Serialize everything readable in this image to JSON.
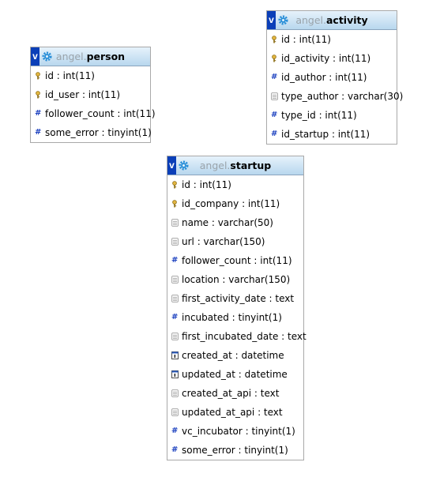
{
  "tables": [
    {
      "db": "angel.",
      "name": "person",
      "columns": [
        {
          "text": "id : int(11)",
          "icon": "key-icon"
        },
        {
          "text": "id_user : int(11)",
          "icon": "key-icon"
        },
        {
          "text": "follower_count : int(11)",
          "icon": "numeric-icon"
        },
        {
          "text": "some_error : tinyint(1)",
          "icon": "numeric-icon"
        }
      ]
    },
    {
      "db": "angel.",
      "name": "activity",
      "columns": [
        {
          "text": "id : int(11)",
          "icon": "key-icon"
        },
        {
          "text": "id_activity : int(11)",
          "icon": "key-icon"
        },
        {
          "text": "id_author : int(11)",
          "icon": "numeric-icon"
        },
        {
          "text": "type_author : varchar(30)",
          "icon": "text-icon"
        },
        {
          "text": "type_id : int(11)",
          "icon": "numeric-icon"
        },
        {
          "text": "id_startup : int(11)",
          "icon": "numeric-icon"
        }
      ]
    },
    {
      "db": "angel.",
      "name": "startup",
      "columns": [
        {
          "text": "id : int(11)",
          "icon": "key-icon"
        },
        {
          "text": "id_company : int(11)",
          "icon": "key-icon"
        },
        {
          "text": "name : varchar(50)",
          "icon": "text-icon"
        },
        {
          "text": "url : varchar(150)",
          "icon": "text-icon"
        },
        {
          "text": "follower_count : int(11)",
          "icon": "numeric-icon"
        },
        {
          "text": "location : varchar(150)",
          "icon": "text-icon"
        },
        {
          "text": "first_activity_date : text",
          "icon": "text-icon"
        },
        {
          "text": "incubated : tinyint(1)",
          "icon": "numeric-icon"
        },
        {
          "text": "first_incubated_date : text",
          "icon": "text-icon"
        },
        {
          "text": "created_at : datetime",
          "icon": "datetime-icon"
        },
        {
          "text": "updated_at : datetime",
          "icon": "datetime-icon"
        },
        {
          "text": "created_at_api : text",
          "icon": "text-icon"
        },
        {
          "text": "updated_at_api : text",
          "icon": "text-icon"
        },
        {
          "text": "vc_incubator : tinyint(1)",
          "icon": "numeric-icon"
        },
        {
          "text": "some_error : tinyint(1)",
          "icon": "numeric-icon"
        }
      ]
    }
  ]
}
